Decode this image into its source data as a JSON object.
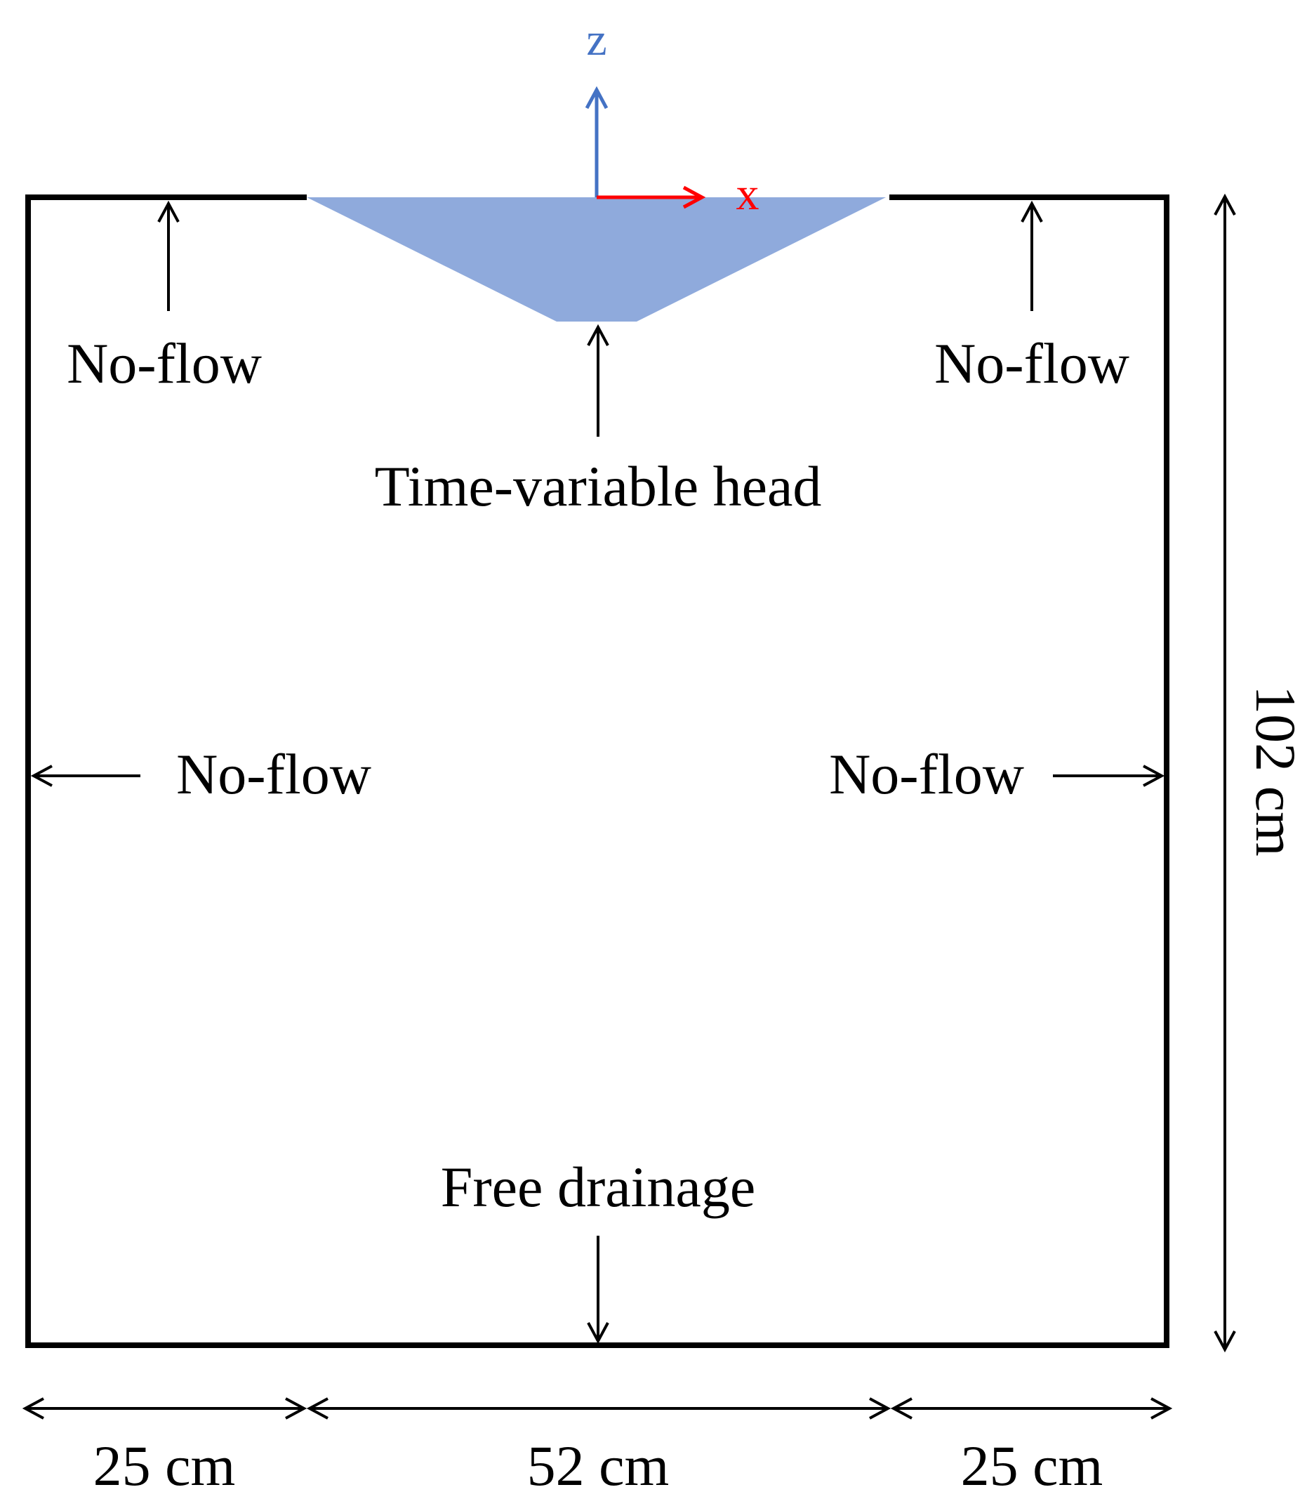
{
  "labels": {
    "top_left": "No-flow",
    "top_right": "No-flow",
    "top_center": "Time-variable head",
    "left_side": "No-flow",
    "right_side": "No-flow",
    "bottom": "Free drainage"
  },
  "axes": {
    "x": "x",
    "z": "z"
  },
  "dimensions": {
    "height": "102 cm",
    "left_width": "25 cm",
    "center_width": "52 cm",
    "right_width": "25 cm"
  },
  "colors": {
    "water": "#8FAADC",
    "x_axis": "#FF0000",
    "z_axis": "#4472C4",
    "lines": "#000000"
  }
}
